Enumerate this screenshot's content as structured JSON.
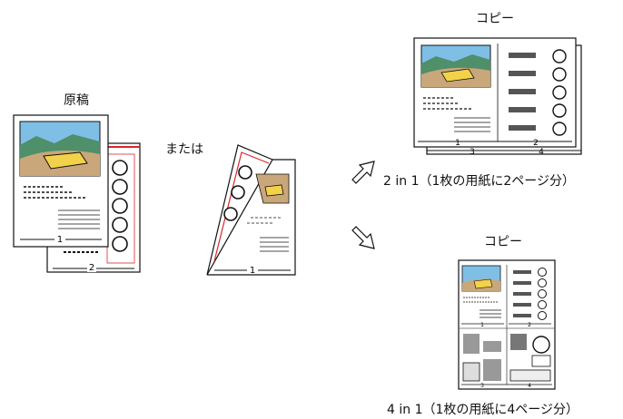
{
  "labels": {
    "original": "原稿",
    "or": "または",
    "copy_top": "コピー",
    "copy_bottom": "コピー",
    "layout_2in1": "2 in 1（1枚の用紙に2ページ分）",
    "layout_4in1": "4 in 1（1枚の用紙に4ページ分）"
  },
  "page_numbers": {
    "orig_front": "1",
    "orig_back": "2",
    "folded": "1",
    "copy2_left": "1",
    "copy2_right": "2",
    "copy2_back_left": "3",
    "copy2_back_right": "4",
    "copy4_p1": "1",
    "copy4_p2": "2",
    "copy4_p3": "3",
    "copy4_p4": "4"
  },
  "colors": {
    "accent": "#d9262b",
    "sky": "#7fbfe6",
    "ground": "#c9a77a",
    "car": "#f2d24a"
  }
}
